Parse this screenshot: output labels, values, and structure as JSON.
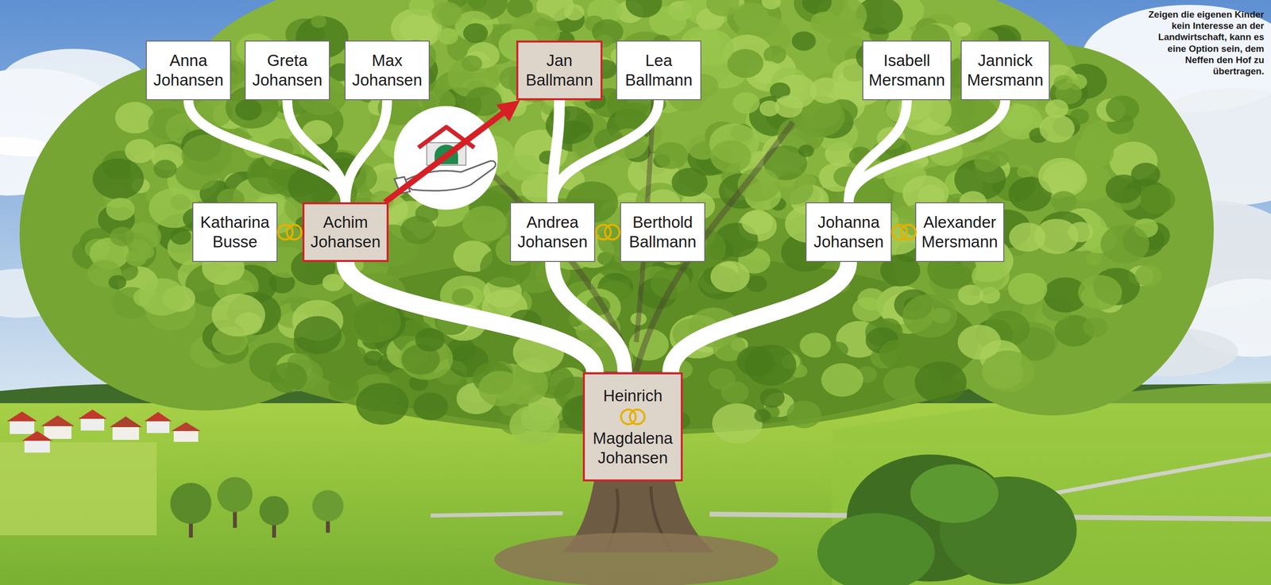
{
  "diagram": {
    "caption": "Zeigen die eigenen Kinder kein Interesse an der Landwirtschaft, kann es eine Option sein, dem Neffen den Hof zu übertragen.",
    "nodes": [
      {
        "text": [
          "Anna Johansen"
        ]
      },
      {
        "text": [
          "Greta Johansen"
        ]
      },
      {
        "text": [
          "Max Johansen"
        ]
      },
      {
        "text": [
          "Jan Ballmann"
        ]
      },
      {
        "text": [
          "Lea Ballmann"
        ]
      },
      {
        "text": [
          "Isabell Mersmann"
        ]
      },
      {
        "text": [
          "Jannick Mersmann"
        ]
      },
      {
        "text": [
          "Katharina Busse"
        ]
      },
      {
        "text": [
          "Achim Johansen"
        ]
      },
      {
        "text": [
          "Andrea Johansen"
        ]
      },
      {
        "text": [
          "Berthold Ballmann"
        ]
      },
      {
        "text": [
          "Johanna Johansen"
        ]
      },
      {
        "text": [
          "Alexander Mersmann"
        ]
      },
      {
        "text": [
          "Heinrich",
          "Magdalena Johansen"
        ]
      }
    ],
    "edges": [
      {
        "from": 13,
        "to": 8,
        "arrow": "none"
      },
      {
        "from": 13,
        "to": 9,
        "arrow": "none"
      },
      {
        "from": 13,
        "to": 11,
        "arrow": "none"
      },
      {
        "from": 8,
        "to": 0,
        "arrow": "none"
      },
      {
        "from": 8,
        "to": 1,
        "arrow": "none"
      },
      {
        "from": 8,
        "to": 2,
        "arrow": "none"
      },
      {
        "from": 9,
        "to": 3,
        "arrow": "none"
      },
      {
        "from": 9,
        "to": 4,
        "arrow": "none"
      },
      {
        "from": 11,
        "to": 5,
        "arrow": "none"
      },
      {
        "from": 11,
        "to": 6,
        "arrow": "none"
      },
      {
        "from": 8,
        "to": 3,
        "arrow": "to"
      }
    ]
  }
}
